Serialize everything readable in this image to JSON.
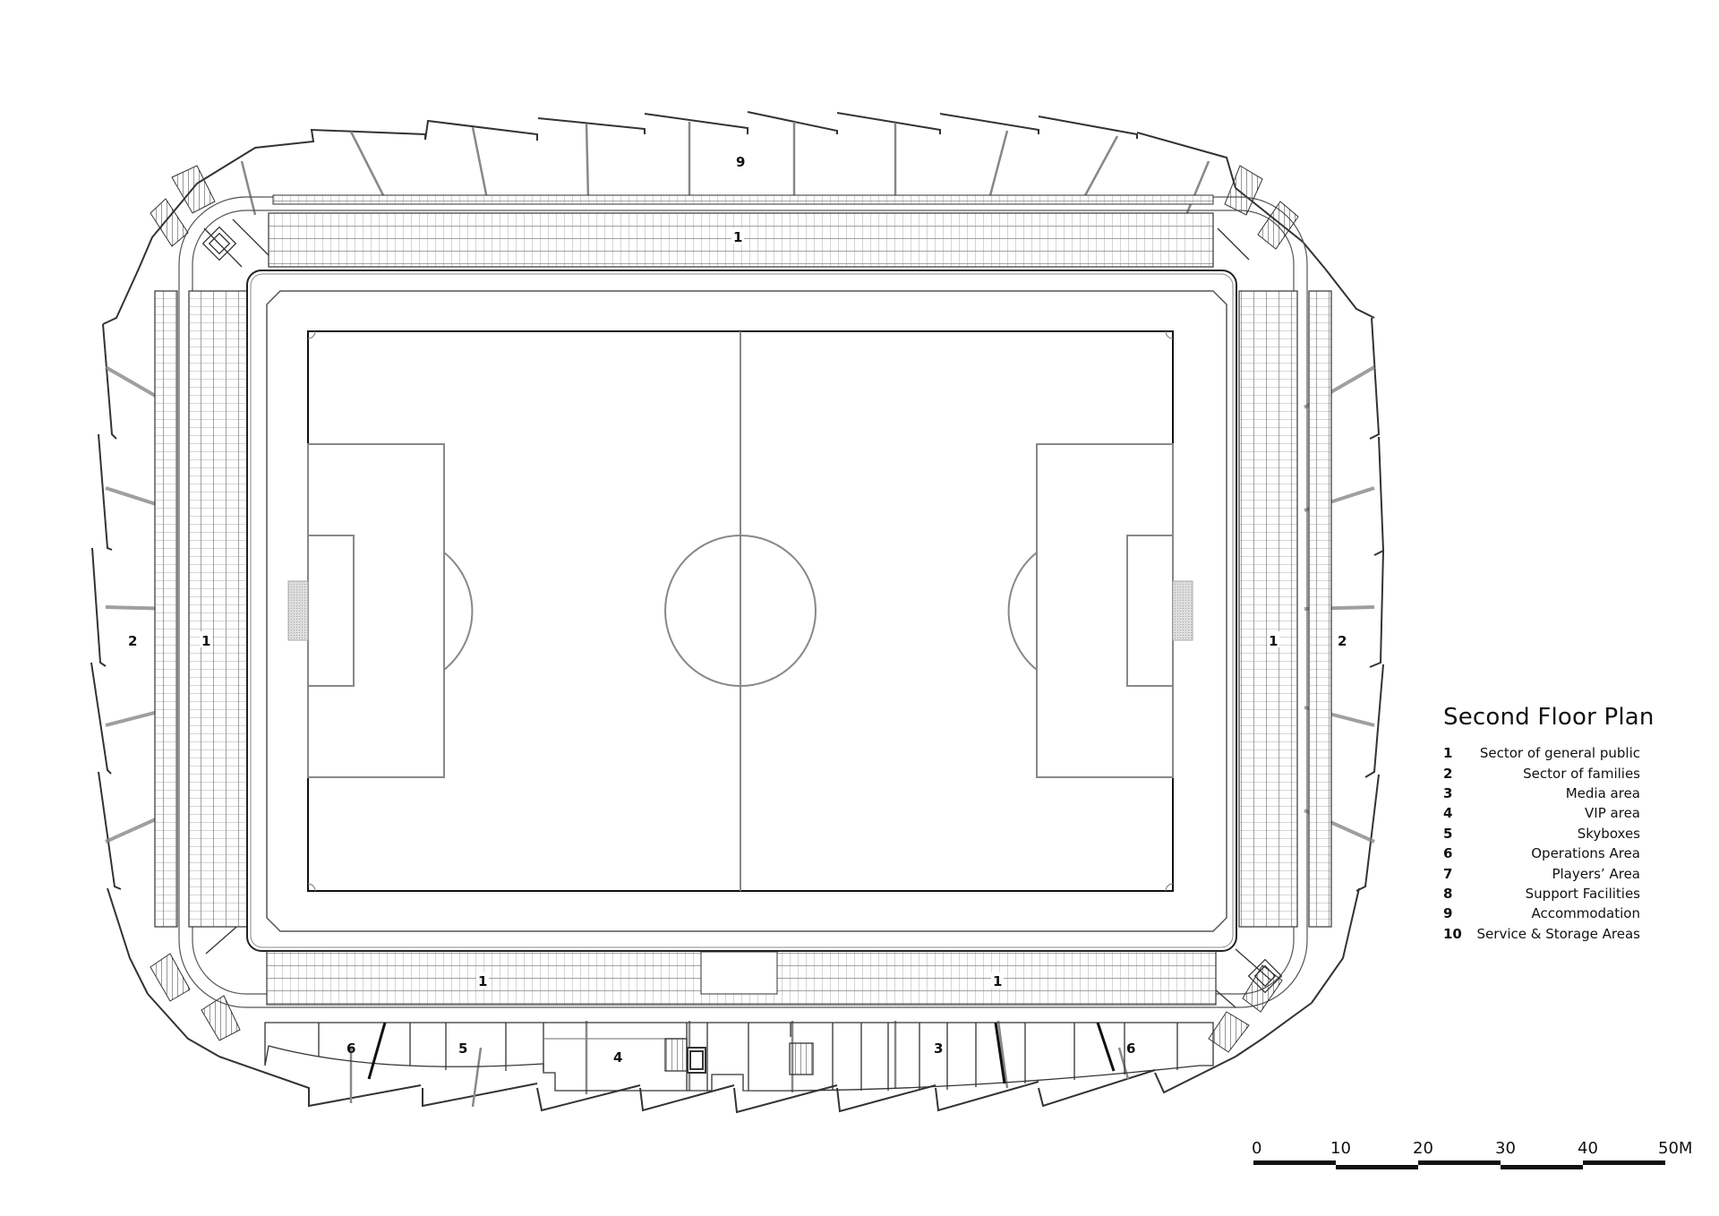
{
  "legend": {
    "title": "Second Floor Plan",
    "items": [
      {
        "num": "1",
        "text": "Sector of general public"
      },
      {
        "num": "2",
        "text": "Sector of families"
      },
      {
        "num": "3",
        "text": "Media area"
      },
      {
        "num": "4",
        "text": "VIP area"
      },
      {
        "num": "5",
        "text": "Skyboxes"
      },
      {
        "num": "6",
        "text": "Operations Area"
      },
      {
        "num": "7",
        "text": "Players’ Area"
      },
      {
        "num": "8",
        "text": "Support Facilities"
      },
      {
        "num": "9",
        "text": "Accommodation"
      },
      {
        "num": "10",
        "text": "Service & Storage Areas"
      }
    ]
  },
  "scale_bar": {
    "labels": [
      "0",
      "10",
      "20",
      "30",
      "40",
      "50M"
    ],
    "unit": "M"
  },
  "plan_labels": {
    "top_accommodation": "9",
    "top_stand": "1",
    "left_families": "2",
    "left_stand": "1",
    "right_stand": "1",
    "right_families": "2",
    "bottom_stand_left": "1",
    "bottom_stand_right": "1",
    "bottom_ops_left": "6",
    "bottom_skyboxes": "5",
    "bottom_vip": "4",
    "bottom_media": "3",
    "bottom_ops_right": "6"
  },
  "colors": {
    "line": "#222222",
    "thin_line": "#555555",
    "pitch_marking": "#888888",
    "background": "#ffffff"
  }
}
